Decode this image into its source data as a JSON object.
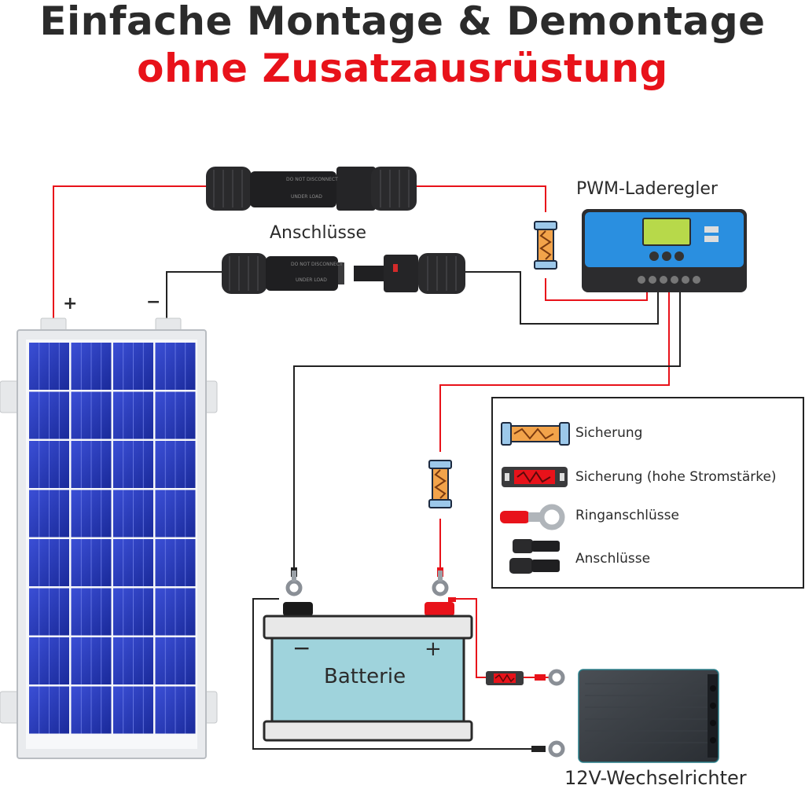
{
  "title": {
    "line1": "Einfache Montage & Demontage",
    "line2": "ohne Zusatzausrüstung"
  },
  "labels": {
    "connectors": "Anschlüsse",
    "controller": "PWM-Laderegler",
    "inverter": "12V-Wechselrichter",
    "battery": "Batterie",
    "battery_minus": "−",
    "battery_plus": "+",
    "panel_plus": "+",
    "panel_minus": "−",
    "connector_print_1": "DO NOT DISCONNECT",
    "connector_print_2": "UNDER LOAD"
  },
  "legend": [
    {
      "icon": "fuse-icon",
      "label": "Sicherung"
    },
    {
      "icon": "high-current-fuse-icon",
      "label": "Sicherung (hohe Stromstärke)"
    },
    {
      "icon": "ring-terminal-icon",
      "label": "Ringanschlüsse"
    },
    {
      "icon": "mc4-connector-icon",
      "label": "Anschlüsse"
    }
  ],
  "colors": {
    "positive_wire": "#e8121a",
    "negative_wire": "#222222",
    "title_accent": "#e8121a",
    "panel_cells": "#1c2fb0",
    "controller_body": "#2a8fe0",
    "battery_body": "#9fd3dc",
    "fuse_body": "#f2a34a",
    "fuse_cap": "#9cc8ea"
  }
}
